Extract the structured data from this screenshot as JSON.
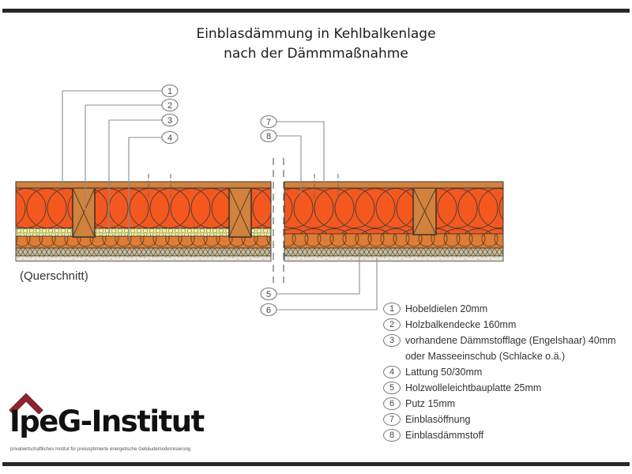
{
  "title": {
    "line1": "Einblasdämmung in Kehlbalkenlage",
    "line2": "nach der Dämmmaßnahme"
  },
  "section_label": "(Querschnitt)",
  "callouts": [
    "1",
    "2",
    "3",
    "4",
    "5",
    "6",
    "7",
    "8"
  ],
  "legend": {
    "items": [
      {
        "num": "1",
        "label": "Hobeldielen 20mm"
      },
      {
        "num": "2",
        "label": "Holzbalkendecke 160mm"
      },
      {
        "num": "3",
        "label": "vorhandene Dämmstofflage (Engelshaar) 40mm",
        "label2": "oder Masseeinschub (Schlacke o.ä.)"
      },
      {
        "num": "4",
        "label": "Lattung 50/30mm"
      },
      {
        "num": "5",
        "label": "Holzwolleleichtbauplatte 25mm"
      },
      {
        "num": "6",
        "label": "Putz 15mm"
      },
      {
        "num": "7",
        "label": "Einblasöffnung"
      },
      {
        "num": "8",
        "label": "Einblasdämmstoff"
      }
    ]
  },
  "logo": {
    "name_bold": "IpeG-",
    "name_light": "Institut",
    "tagline": "privatwirtschaftliches Institut für preisoptimierte energetische Gebäudemodernisierung"
  },
  "colors": {
    "insulation_orange": "#f4581f",
    "wood": "#d2823c",
    "lath_band_orange": "#e07c34",
    "existing_insulation_yellow": "#f3f0a3",
    "woodwool_tan": "#ccbd98",
    "plaster": "#eae5d6",
    "logo_red": "#8b2433",
    "bar_dark": "#26262c"
  }
}
